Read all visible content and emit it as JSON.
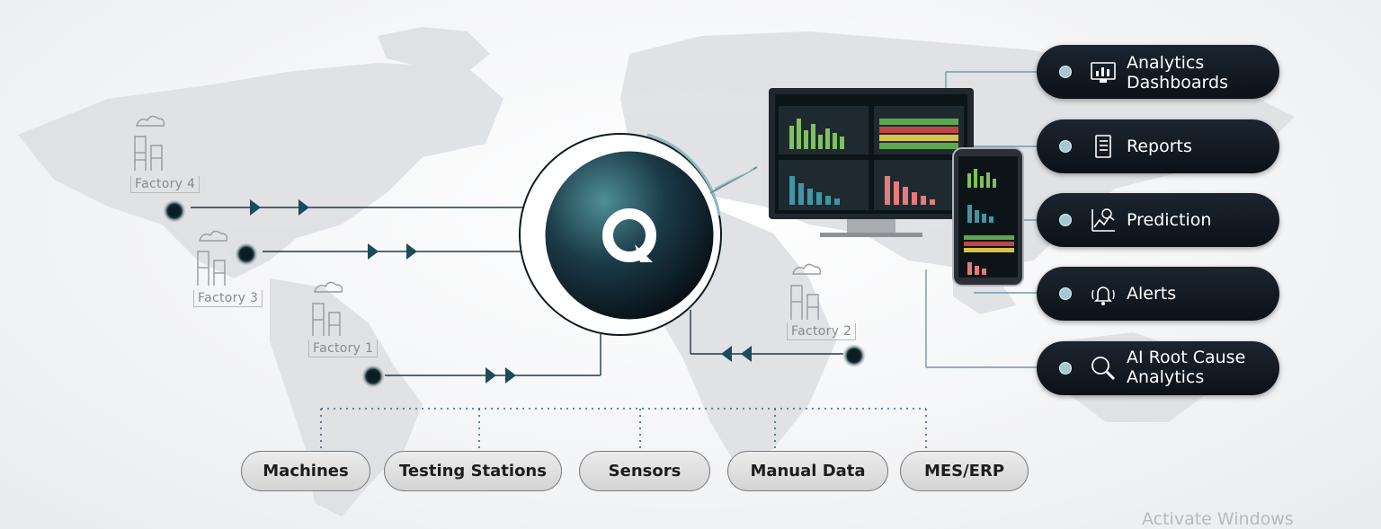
{
  "factories": [
    {
      "label": "Factory 4"
    },
    {
      "label": "Factory 3"
    },
    {
      "label": "Factory 1"
    },
    {
      "label": "Factory 2"
    }
  ],
  "outputs": [
    {
      "line1": "Analytics",
      "line2": "Dashboards",
      "icon": "analytics-dashboard-icon"
    },
    {
      "line1": "Reports",
      "line2": "",
      "icon": "reports-icon"
    },
    {
      "line1": "Prediction",
      "line2": "",
      "icon": "prediction-icon"
    },
    {
      "line1": "Alerts",
      "line2": "",
      "icon": "alerts-bell-icon"
    },
    {
      "line1": "AI Root Cause",
      "line2": "Analytics",
      "icon": "magnifier-icon"
    }
  ],
  "sources": [
    "Machines",
    "Testing Stations",
    "Sensors",
    "Manual Data",
    "MES/ERP"
  ],
  "hub": {
    "logo": "Q"
  },
  "watermark": "Activate Windows",
  "colors": {
    "pill_bg": "#0c1117",
    "accent_teal": "#4c8f96",
    "arrow": "#1e4a5a",
    "line": "#6f8e9c"
  }
}
